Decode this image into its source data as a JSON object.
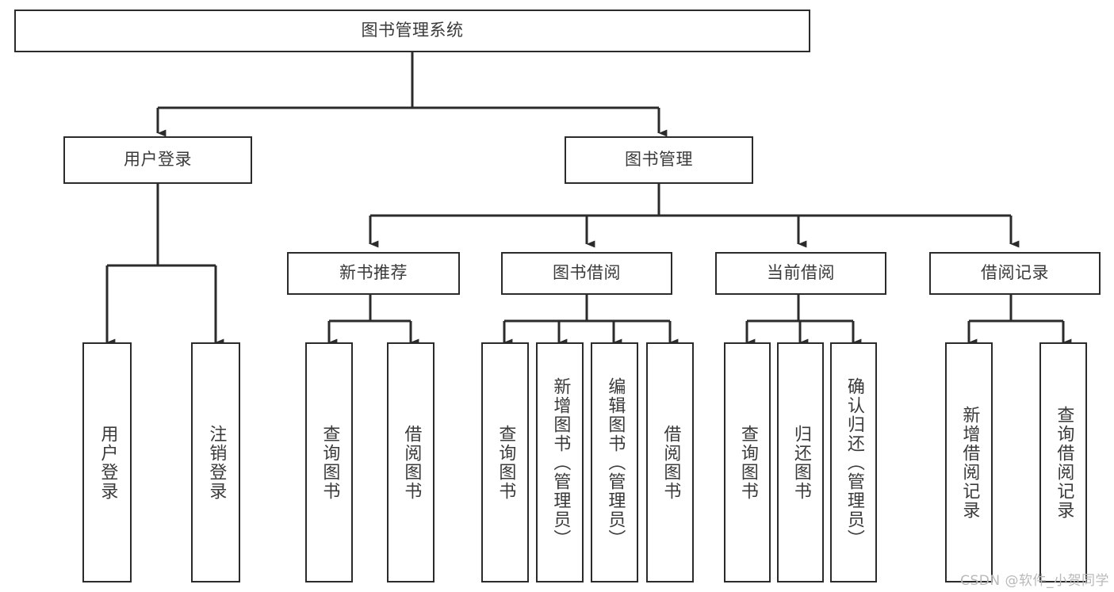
{
  "diagram": {
    "title": "图书管理系统",
    "type": "tree",
    "orientation": "top-down",
    "line_color": "#2b2b2b",
    "box_fill": "#ffffff",
    "text_color": "#3a3a3a",
    "levels": [
      {
        "level": 1,
        "nodes": [
          {
            "id": "root",
            "label": "图书管理系统",
            "text_direction": "horizontal"
          }
        ]
      },
      {
        "level": 2,
        "nodes": [
          {
            "id": "login",
            "label": "用户登录",
            "text_direction": "horizontal",
            "parent": "root"
          },
          {
            "id": "bookmgmt",
            "label": "图书管理",
            "text_direction": "horizontal",
            "parent": "root"
          }
        ]
      },
      {
        "level": 3,
        "nodes": [
          {
            "id": "newbook",
            "label": "新书推荐",
            "text_direction": "horizontal",
            "parent": "bookmgmt"
          },
          {
            "id": "borrow",
            "label": "图书借阅",
            "text_direction": "horizontal",
            "parent": "bookmgmt"
          },
          {
            "id": "current",
            "label": "当前借阅",
            "text_direction": "horizontal",
            "parent": "bookmgmt"
          },
          {
            "id": "records",
            "label": "借阅记录",
            "text_direction": "horizontal",
            "parent": "bookmgmt"
          }
        ]
      },
      {
        "level": 4,
        "nodes": [
          {
            "id": "leaf-login-1",
            "label": "用户登录",
            "text_direction": "vertical",
            "parent": "login"
          },
          {
            "id": "leaf-login-2",
            "label": "注销登录",
            "text_direction": "vertical",
            "parent": "login"
          },
          {
            "id": "leaf-new-1",
            "label": "查询图书",
            "text_direction": "vertical",
            "parent": "newbook"
          },
          {
            "id": "leaf-new-2",
            "label": "借阅图书",
            "text_direction": "vertical",
            "parent": "newbook"
          },
          {
            "id": "leaf-borrow-1",
            "label": "查询图书",
            "text_direction": "vertical",
            "parent": "borrow"
          },
          {
            "id": "leaf-borrow-2",
            "label": "新增图书（管理员）",
            "text_direction": "vertical",
            "parent": "borrow"
          },
          {
            "id": "leaf-borrow-3",
            "label": "编辑图书（管理员）",
            "text_direction": "vertical",
            "parent": "borrow"
          },
          {
            "id": "leaf-borrow-4",
            "label": "借阅图书",
            "text_direction": "vertical",
            "parent": "borrow"
          },
          {
            "id": "leaf-cur-1",
            "label": "查询图书",
            "text_direction": "vertical",
            "parent": "current"
          },
          {
            "id": "leaf-cur-2",
            "label": "归还图书",
            "text_direction": "vertical",
            "parent": "current"
          },
          {
            "id": "leaf-cur-3",
            "label": "确认归还（管理员）",
            "text_direction": "vertical",
            "parent": "current"
          },
          {
            "id": "leaf-rec-1",
            "label": "新增借阅记录",
            "text_direction": "vertical",
            "parent": "records"
          },
          {
            "id": "leaf-rec-2",
            "label": "查询借阅记录",
            "text_direction": "vertical",
            "parent": "records"
          }
        ]
      }
    ]
  },
  "watermark": {
    "text": "CSDN @软件_小贺同学"
  }
}
